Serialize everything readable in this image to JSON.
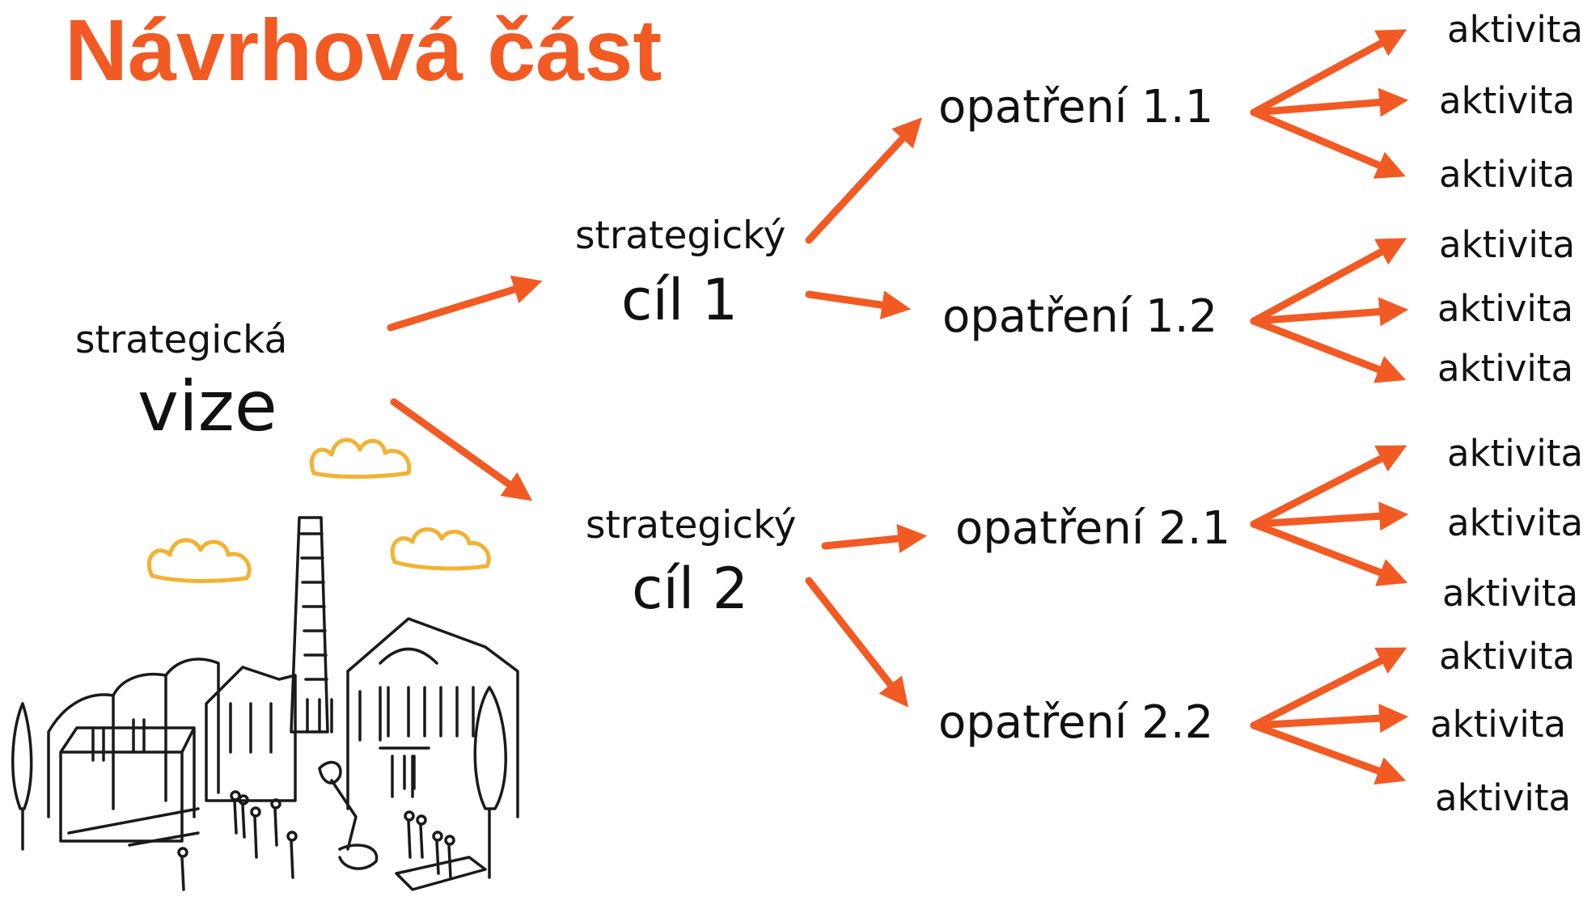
{
  "title": "Návrhová část",
  "vision": {
    "line1": "strategická",
    "line2": "vize"
  },
  "goals": [
    {
      "line1": "strategický",
      "line2": "cíl 1"
    },
    {
      "line1": "strategický",
      "line2": "cíl 2"
    }
  ],
  "measures": [
    "opatření 1.1",
    "opatření 1.2",
    "opatření 2.1",
    "opatření 2.2"
  ],
  "activities": [
    "aktivita",
    "aktivita",
    "aktivita",
    "aktivita",
    "aktivita",
    "aktivita",
    "aktivita",
    "aktivita",
    "aktivita",
    "aktivita",
    "aktivita",
    "aktivita"
  ],
  "colors": {
    "title": "#f25a24",
    "arrow": "#f25a24",
    "cloud": "#f2b233",
    "text": "#111111"
  },
  "illustration": "sketch of industrial factory complex with chimney, gallery building, trees and people"
}
